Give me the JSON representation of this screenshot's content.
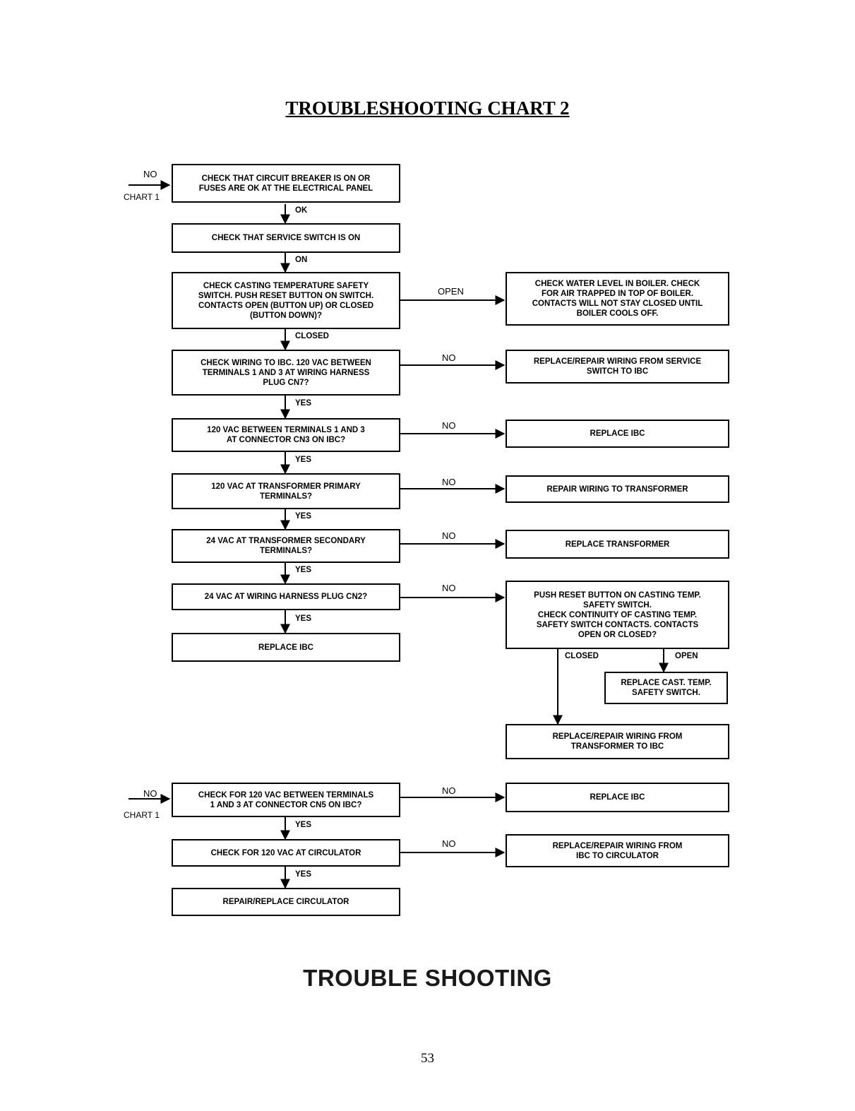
{
  "page": {
    "title": "TROUBLESHOOTING CHART 2",
    "footer_title": "TROUBLE SHOOTING",
    "page_number": "53"
  },
  "entries": {
    "top": {
      "no": "NO",
      "from": "CHART 1"
    },
    "bottom": {
      "no": "NO",
      "from": "CHART 1"
    }
  },
  "boxes": {
    "breaker": "CHECK THAT CIRCUIT BREAKER IS ON OR\nFUSES ARE OK AT THE ELECTRICAL PANEL",
    "service_switch": "CHECK THAT SERVICE SWITCH IS ON",
    "casting_switch": "CHECK CASTING TEMPERATURE SAFETY\nSWITCH. PUSH RESET BUTTON ON SWITCH.\nCONTACTS OPEN (BUTTON UP) OR CLOSED\n(BUTTON DOWN)?",
    "water_level": "CHECK WATER LEVEL IN BOILER. CHECK\nFOR AIR TRAPPED IN TOP OF BOILER.\nCONTACTS WILL NOT STAY CLOSED UNTIL\nBOILER COOLS OFF.",
    "wiring_ibc": "CHECK WIRING TO IBC. 120 VAC BETWEEN\nTERMINALS 1 AND 3 AT WIRING HARNESS\nPLUG CN7?",
    "repair_service": "REPLACE/REPAIR WIRING FROM SERVICE\nSWITCH TO IBC",
    "vac_cn3": "120 VAC BETWEEN TERMINALS 1 AND 3\nAT CONNECTOR CN3 ON IBC?",
    "replace_ibc_1": "REPLACE IBC",
    "xfmr_primary": "120 VAC AT TRANSFORMER PRIMARY\nTERMINALS?",
    "repair_xfmr": "REPAIR WIRING TO TRANSFORMER",
    "xfmr_secondary": "24 VAC AT TRANSFORMER SECONDARY\nTERMINALS?",
    "replace_xfmr": "REPLACE TRANSFORMER",
    "harness_cn2": "24 VAC AT WIRING HARNESS PLUG CN2?",
    "push_reset": "PUSH RESET BUTTON ON CASTING TEMP.\nSAFETY SWITCH.\nCHECK CONTINUITY OF CASTING TEMP.\nSAFETY SWITCH CONTACTS. CONTACTS\nOPEN OR CLOSED?",
    "replace_ibc_2": "REPLACE IBC",
    "replace_cast": "REPLACE CAST. TEMP.\nSAFETY SWITCH.",
    "repair_xfmr_ibc": "REPLACE/REPAIR WIRING FROM\nTRANSFORMER TO IBC",
    "vac_cn5": "CHECK FOR 120 VAC BETWEEN TERMINALS\n1 AND 3 AT CONNECTOR CN5 ON IBC?",
    "replace_ibc_3": "REPLACE IBC",
    "vac_circ": "CHECK FOR 120 VAC AT CIRCULATOR",
    "repair_ibc_circ": "REPLACE/REPAIR WIRING FROM\nIBC TO CIRCULATOR",
    "repair_circ": "REPAIR/REPLACE CIRCULATOR"
  },
  "labels": {
    "ok": "OK",
    "on": "ON",
    "open": "OPEN",
    "closed": "CLOSED",
    "no1": "NO",
    "yes1": "YES",
    "no2": "NO",
    "yes2": "YES",
    "no3": "NO",
    "yes3": "YES",
    "no4": "NO",
    "yes4": "YES",
    "no5": "NO",
    "yes5": "YES",
    "closed2": "CLOSED",
    "open2": "OPEN",
    "no6": "NO",
    "yes6": "YES",
    "no7": "NO",
    "yes7": "YES"
  }
}
